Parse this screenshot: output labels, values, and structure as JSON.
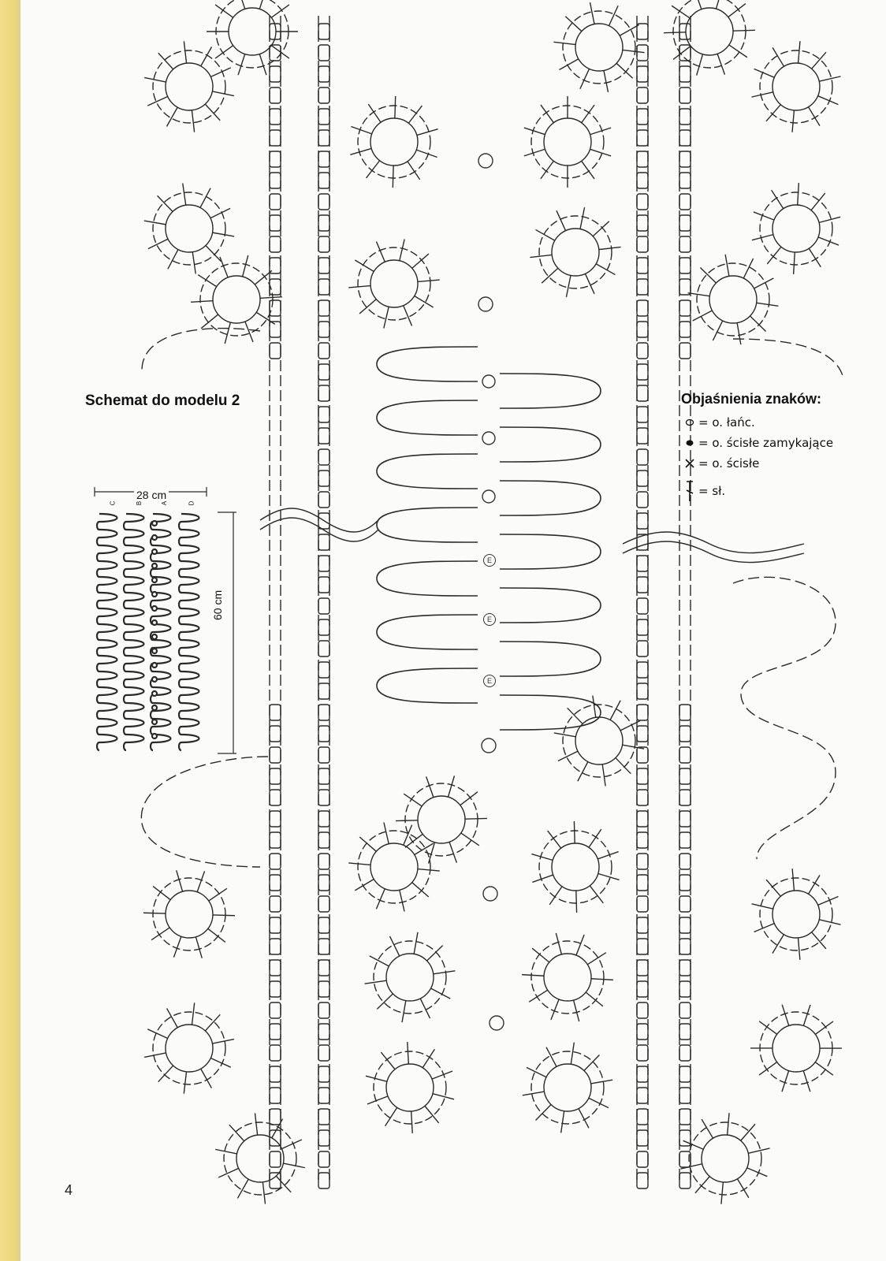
{
  "schema_title": "Schemat do modelu 2",
  "legend": {
    "title": "Objaśnienia znaków:",
    "items": [
      {
        "icon": "open-circle-icon",
        "text": "= o. łańc."
      },
      {
        "icon": "filled-oval-icon",
        "text": "= o. ścisłe zamykające"
      },
      {
        "icon": "x-cross-icon",
        "text": "= o. ścisłe"
      },
      {
        "icon": "treble-stitch-icon",
        "text": "= sł."
      }
    ]
  },
  "mini_schema": {
    "width_label": "28 cm",
    "height_label": "60 cm",
    "column_letters": [
      "C",
      "B",
      "A",
      "D"
    ],
    "marker": "E"
  },
  "page_number": "4",
  "colors": {
    "ink": "#222222",
    "paper": "#fbfbf7",
    "edge": "#ecd77a"
  }
}
